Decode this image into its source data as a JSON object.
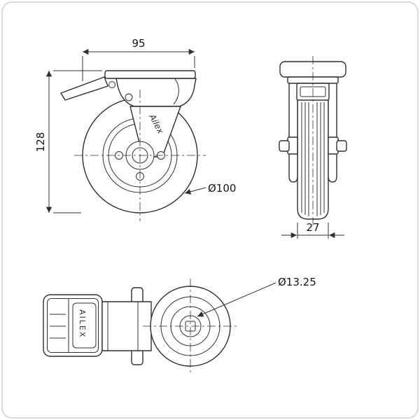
{
  "drawing": {
    "background": "#ffffff",
    "line_color": "#2f2f2f",
    "frame_color": "#d9d9d9",
    "description": "Technical drawing of swivel caster wheel with brake, three orthographic views"
  },
  "side_view": {
    "width_dim": "95",
    "height_dim": "128",
    "wheel_diameter": "Ø100",
    "logo": "Ailex"
  },
  "front_view": {
    "tread_width_dim": "27"
  },
  "bottom_view": {
    "hole_diameter": "Ø13.25",
    "brand": "AILEX"
  }
}
